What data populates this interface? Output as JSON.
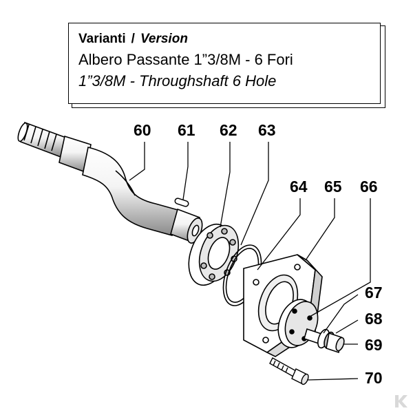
{
  "title_box": {
    "label_it": "Varianti",
    "separator": "/",
    "label_en": "Version",
    "line_it": "Albero Passante 1”3/8M - 6 Fori",
    "line_en": "1”3/8M - Throughshaft 6 Hole"
  },
  "parts": [
    "60",
    "61",
    "62",
    "63",
    "64",
    "65",
    "66",
    "67",
    "68",
    "69",
    "70"
  ],
  "colors": {
    "ink": "#000000",
    "paper": "#ffffff",
    "shade": "#bdbdbd",
    "logo": "#d9d9d9"
  }
}
